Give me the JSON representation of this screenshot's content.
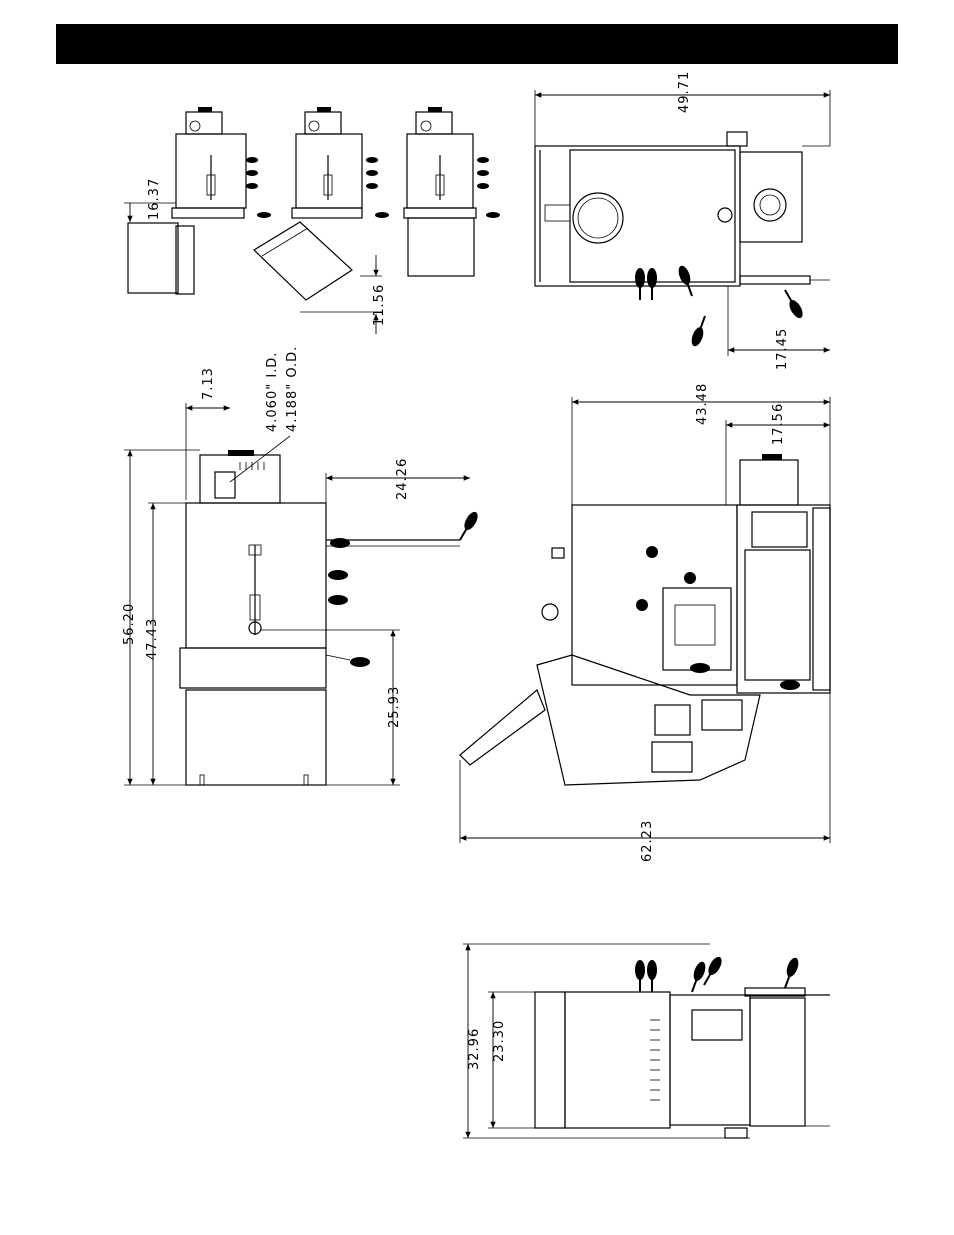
{
  "dimensions": {
    "side_height": "16.37",
    "tilt_drop": "11.56",
    "top_width": "49.71",
    "top_offset": "17.45",
    "front_width": "43.48",
    "front_offset": "17.56",
    "front_overall": "62.23",
    "left_offset": "7.13",
    "bore_id": "4.060\" I.D.",
    "bore_od": "4.188\" O.D.",
    "handle_reach": "24.26",
    "overall_height": "56.20",
    "body_height": "47.43",
    "handle_height": "25.93",
    "bottom_overall": "32.96",
    "bottom_body": "23.30"
  },
  "icons": {
    "handle": "lever-handle-icon",
    "knob": "knob-icon"
  }
}
